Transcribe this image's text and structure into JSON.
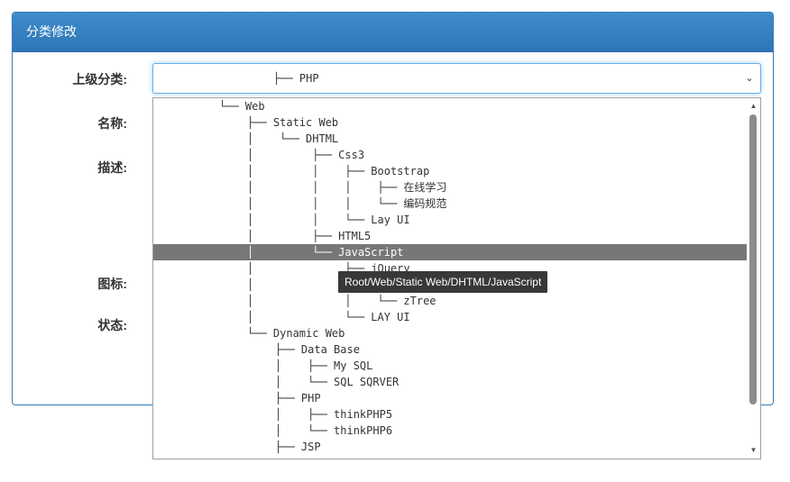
{
  "panel": {
    "title": "分类修改"
  },
  "form": {
    "parent_label": "上级分类:",
    "name_label": "名称:",
    "desc_label": "描述:",
    "icon_label": "图标:",
    "status_label": "状态:"
  },
  "select": {
    "selected_text": "├── PHP"
  },
  "options": [
    {
      "text": "└── Web",
      "indent": 73,
      "selected": false
    },
    {
      "text": "├── Static Web",
      "indent": 104,
      "selected": false
    },
    {
      "text": "│    └── DHTML",
      "indent": 104,
      "selected": false
    },
    {
      "text": "│         ├── Css3",
      "indent": 104,
      "selected": false
    },
    {
      "text": "│         │    ├── Bootstrap",
      "indent": 104,
      "selected": false
    },
    {
      "text": "│         │    │    ├── 在线学习",
      "indent": 104,
      "selected": false
    },
    {
      "text": "│         │    │    └── 编码规范",
      "indent": 104,
      "selected": false
    },
    {
      "text": "│         │    └── Lay UI",
      "indent": 104,
      "selected": false
    },
    {
      "text": "│         ├── HTML5",
      "indent": 104,
      "selected": false
    },
    {
      "text": "│         └── JavaScript",
      "indent": 104,
      "selected": true
    },
    {
      "text": "│              ├── jQuery",
      "indent": 104,
      "selected": false
    },
    {
      "text": "│              │    ├── jQuery",
      "indent": 104,
      "selected": false
    },
    {
      "text": "│              │    └── zTree",
      "indent": 104,
      "selected": false
    },
    {
      "text": "│              └── LAY UI",
      "indent": 104,
      "selected": false
    },
    {
      "text": "└── Dynamic Web",
      "indent": 104,
      "selected": false
    },
    {
      "text": "├── Data Base",
      "indent": 135,
      "selected": false
    },
    {
      "text": "│    ├── My SQL",
      "indent": 135,
      "selected": false
    },
    {
      "text": "│    └── SQL SQRVER",
      "indent": 135,
      "selected": false
    },
    {
      "text": "├── PHP",
      "indent": 135,
      "selected": false
    },
    {
      "text": "│    ├── thinkPHP5",
      "indent": 135,
      "selected": false
    },
    {
      "text": "│    └── thinkPHP6",
      "indent": 135,
      "selected": false
    },
    {
      "text": "├── JSP",
      "indent": 135,
      "selected": false
    }
  ],
  "tooltip": {
    "text": "Root/Web/Static Web/DHTML/JavaScript"
  },
  "icons": {
    "select_arrow": "chevron-down-icon",
    "scroll_up": "scroll-up-icon",
    "scroll_down": "scroll-down-icon"
  }
}
